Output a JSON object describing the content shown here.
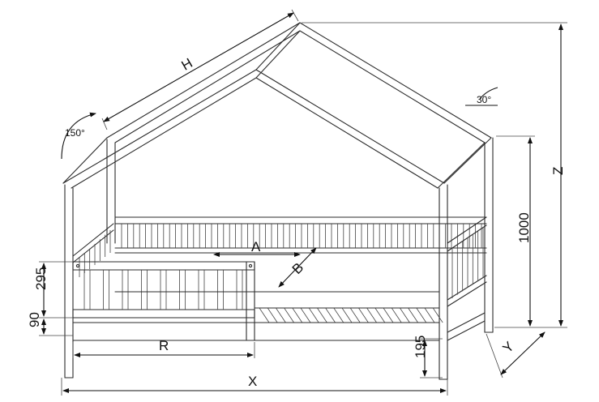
{
  "labels": {
    "H": "H",
    "A": "A",
    "B": "B",
    "R": "R",
    "X": "X",
    "Y": "Y",
    "Z": "Z"
  },
  "measurements": {
    "height_1000": "1000",
    "guard_295": "295",
    "base_90": "90",
    "clearance_195": "195"
  },
  "angles": {
    "left": "150°",
    "right": "30°"
  }
}
